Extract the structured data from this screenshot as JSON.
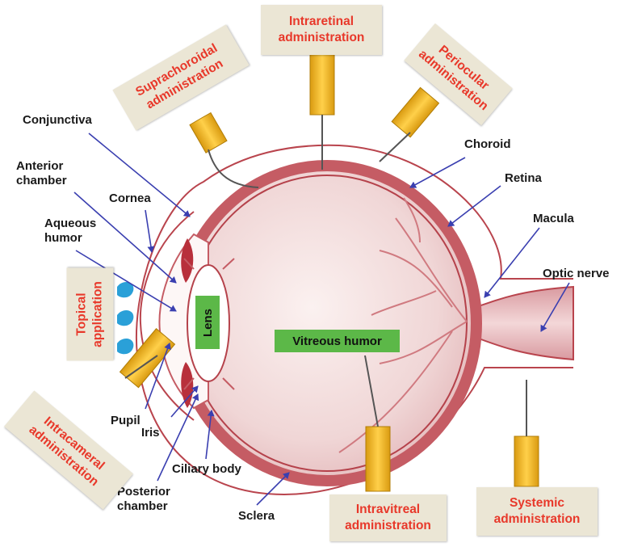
{
  "labels": {
    "conjunctiva": "Conjunctiva",
    "anterior_chamber": [
      "Anterior",
      "chamber"
    ],
    "cornea": "Cornea",
    "aqueous_humor": [
      "Aqueous",
      "humor"
    ],
    "pupil": "Pupil",
    "iris": "Iris",
    "ciliary_body": "Ciliary body",
    "posterior_chamber": [
      "Posterior",
      "chamber"
    ],
    "sclera": "Sclera",
    "choroid": "Choroid",
    "retina": "Retina",
    "macula": "Macula",
    "optic_nerve": "Optic nerve",
    "lens": "Lens",
    "vitreous_humor": "Vitreous humor"
  },
  "routes": {
    "intraretinal": [
      "Intraretinal",
      "administration"
    ],
    "suprachoroidal": [
      "Suprachoroidal",
      "administration"
    ],
    "periocular": [
      "Periocular",
      "administration"
    ],
    "topical": [
      "Topical",
      "application"
    ],
    "intracameral": [
      "Intracameral",
      "administration"
    ],
    "intravitreal": [
      "Intravitreal",
      "administration"
    ],
    "systemic": [
      "Systemic",
      "administration"
    ]
  },
  "colors": {
    "route_text": "#e8382a",
    "route_box": "#ebe6d5",
    "highlight_box": "#5cb848",
    "arrow": "#3a3fb0",
    "syringe": "#f2b21c",
    "drop": "#2aa0d8"
  }
}
